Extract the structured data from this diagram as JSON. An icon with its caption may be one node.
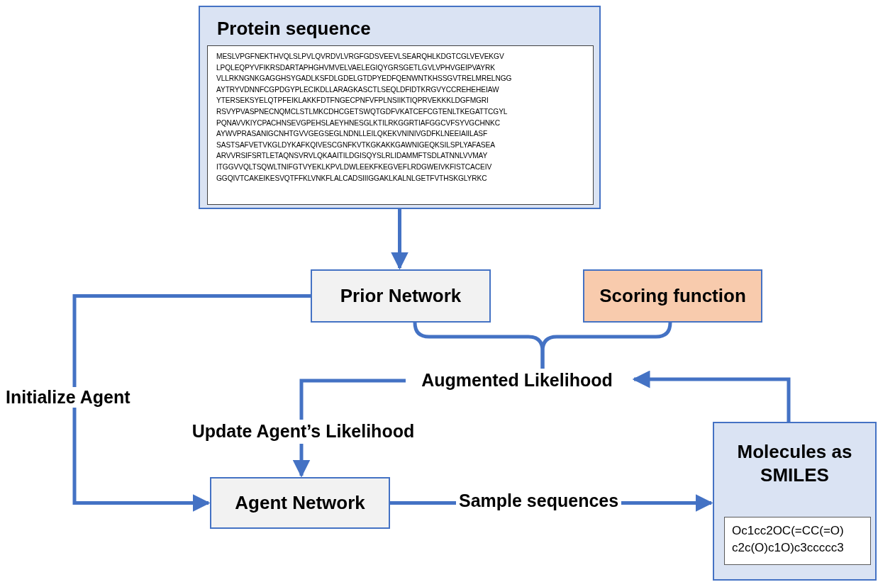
{
  "diagram": {
    "nodes": [
      {
        "text": [
          "Protein sequence"
        ]
      },
      {
        "text": [
          "MESLVPGFNEKTHVQLSLPVLQVRDVLVRGFGDSVEEVLSEARQHLKDGTCGLVEVEKGV LPQLEQPYVFIKRSDARTAPHGHVMVELVAELEGIQYGRSGETLGVLVPHVGEIPVAYRK VLLRKNGNKGAGGHSYGADLKSFDLGDELGTDPYEDFQENWNTKHSSGVTRELMRELNGG AYTRYVDNNFCGPDGYPLECIKDLLARAGKASCTLSEQLDFIDTKRGVYCCREHEHEIAW YTERSEKSYELQTPFEIKLAKKFDTFNGECPNFVFPLNSIIKTIQPRVEKKKLDGFMGRI RSVYPVASPNECNQMCLSTLMKCDHCGETSWQTGDFVKATCEFCGTENLTKEGATTCGYL PQNAVVKIYCPACHNSEVGPEHSLAEYHNESGLKTILRKGGRTIAFGGCVFSYVGCHNKC AYWVPRASANIGCNHTGVVGEGSEGLNDNLLEILQKEKVNINIVGDFKLNEEIAIILASF SASTSAFVETVKGLDYKAFKQIVESCGNFKVTKGKAKKGAWNIGEQKSILSPLYAFASEA ARVVRSIFSRTLETAQNSVRVLQKAAITILDGISQYSLRLIDAMMFTSDLATNNLVVMAY ITGGVVQLTSQWLTNIFGTVYEKLKPVLDWLEEKFKEGVEFLRDGWEIVKFISTCACEIV GGQIVTCAKEIKESVQTFFKLVNKFLALCADSIIIGGAKLKALNLGETFVTHSKGLYRKC"
        ],
        "in": 0
      },
      {
        "text": [
          "Prior Network"
        ]
      },
      {
        "text": [
          "Scoring function"
        ]
      },
      {
        "text": [
          "Augmented Likelihood"
        ]
      },
      {
        "text": [
          "Update Agent’s Likelihood"
        ]
      },
      {
        "text": [
          "Agent Network"
        ]
      },
      {
        "text": [
          "Molecules as SMILES"
        ]
      },
      {
        "text": [
          "Oc1cc2OC(=CC(=O) c2c(O)c1O)c3ccccc3"
        ],
        "in": 7
      }
    ],
    "edges": [
      {
        "from": 0,
        "to": 2,
        "arrow": "to"
      },
      {
        "from": 2,
        "to": 6,
        "arrow": "to",
        "label": "Initialize Agent"
      },
      {
        "from": 2,
        "to": 4,
        "arrow": "none"
      },
      {
        "from": 3,
        "to": 4,
        "arrow": "none"
      },
      {
        "from": 4,
        "to": 5,
        "arrow": "none"
      },
      {
        "from": 5,
        "to": 6,
        "arrow": "to"
      },
      {
        "from": 6,
        "to": 7,
        "arrow": "to",
        "label": "Sample sequences"
      },
      {
        "from": 7,
        "to": 4,
        "arrow": "to"
      }
    ]
  }
}
